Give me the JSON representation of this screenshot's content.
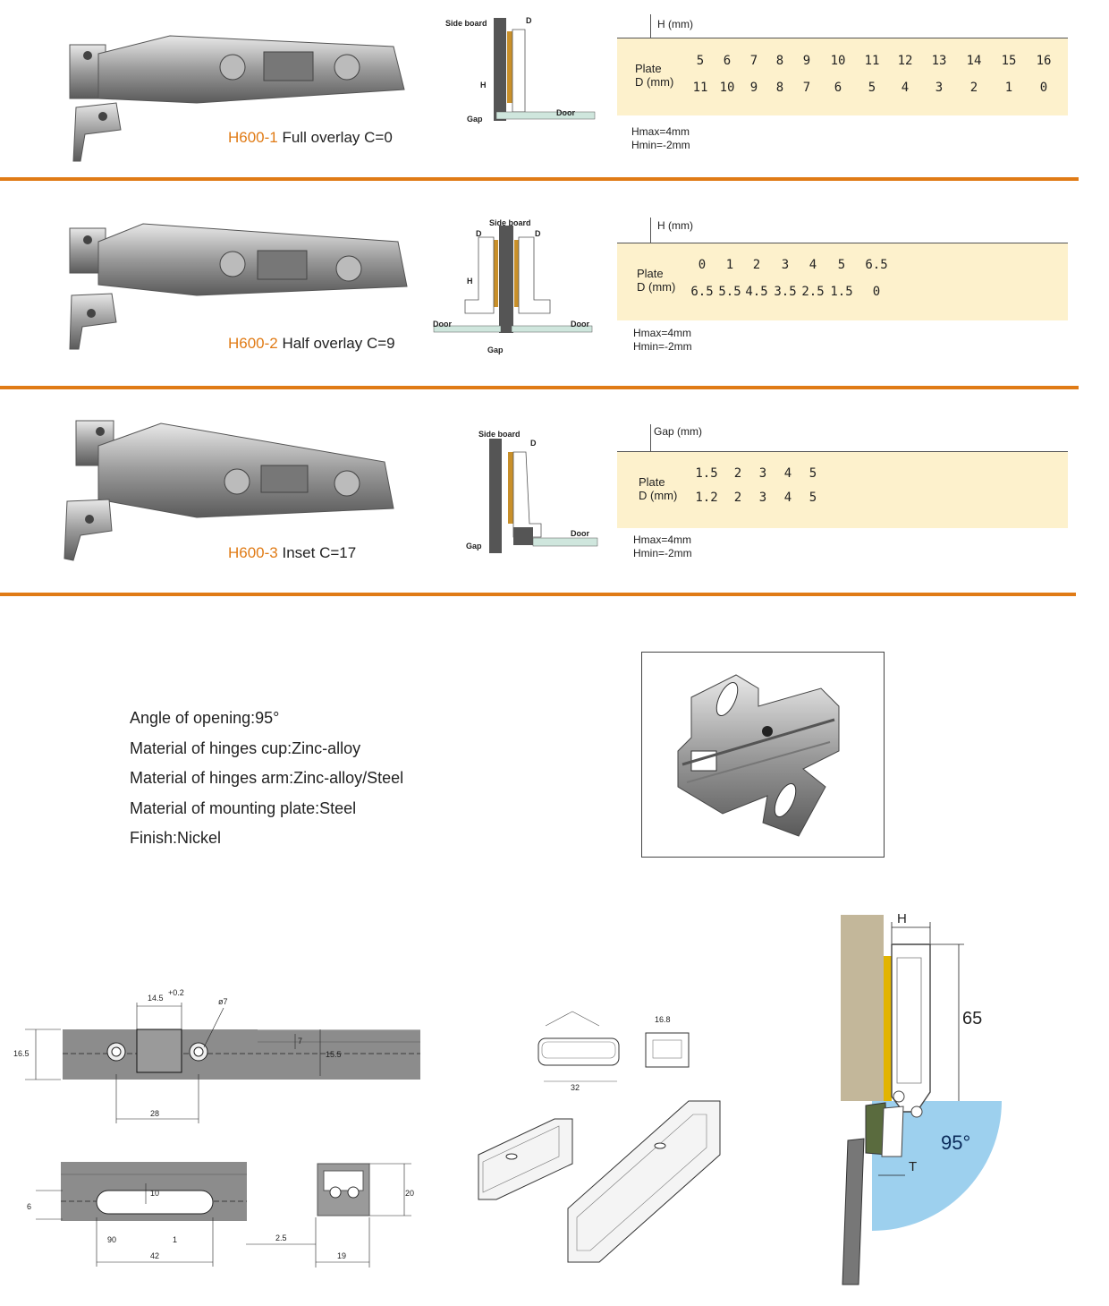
{
  "products": [
    {
      "code": "H600-1",
      "desc": "Full overlay C=0",
      "diagram": {
        "side_board": "Side board",
        "d": "D",
        "h": "H",
        "gap": "Gap",
        "door": "Door"
      },
      "table": {
        "header": "H (mm)",
        "row_label_1": "Plate",
        "row_label_2": "D (mm)",
        "h_values": [
          "5",
          "6",
          "7",
          "8",
          "9",
          "10",
          "11",
          "12",
          "13",
          "14",
          "15",
          "16"
        ],
        "d_values": [
          "11",
          "10",
          "9",
          "8",
          "7",
          "6",
          "5",
          "4",
          "3",
          "2",
          "1",
          "0"
        ]
      },
      "hmax": "Hmax=4mm",
      "hmin": "Hmin=-2mm"
    },
    {
      "code": "H600-2",
      "desc": "Half overlay C=9",
      "diagram": {
        "side_board": "Side board",
        "d": "D",
        "h": "H",
        "gap": "Gap",
        "door": "Door"
      },
      "table": {
        "header": "H (mm)",
        "row_label_1": "Plate",
        "row_label_2": "D (mm)",
        "h_values": [
          "0",
          "1",
          "2",
          "3",
          "4",
          "5",
          "6.5"
        ],
        "d_values": [
          "6.5",
          "5.5",
          "4.5",
          "3.5",
          "2.5",
          "1.5",
          "0"
        ]
      },
      "hmax": "Hmax=4mm",
      "hmin": "Hmin=-2mm"
    },
    {
      "code": "H600-3",
      "desc": "Inset C=17",
      "diagram": {
        "side_board": "Side board",
        "d": "D",
        "gap": "Gap",
        "door": "Door"
      },
      "table": {
        "header": "Gap (mm)",
        "row_label_1": "Plate",
        "row_label_2": "D (mm)",
        "h_values": [
          "1.5",
          "2",
          "3",
          "4",
          "5"
        ],
        "d_values": [
          "1.2",
          "2",
          "3",
          "4",
          "5"
        ]
      },
      "hmax": "Hmax=4mm",
      "hmin": "Hmin=-2mm"
    }
  ],
  "specs": [
    "Angle of opening:95°",
    "Material of hinges cup:Zinc-alloy",
    "Material of hinges arm:Zinc-alloy/Steel",
    "Material of mounting plate:Steel",
    "Finish:Nickel"
  ],
  "drawing": {
    "d_14_5": "14.5",
    "d_plus": "+0.2",
    "d_dia7": "ø7",
    "d_16_5": "16.5",
    "d_7": "7",
    "d_15_5": "15.5",
    "d_28": "28",
    "d_10": "10",
    "d_6": "6",
    "d_90": "90",
    "d_1": "1",
    "d_42": "42",
    "d_20": "20",
    "d_2_5": "2.5",
    "d_19": "19",
    "r_32": "32",
    "r_16_8": "16.8",
    "h_label": "H",
    "h_65": "65",
    "angle_95": "95°",
    "t_label": "T"
  }
}
